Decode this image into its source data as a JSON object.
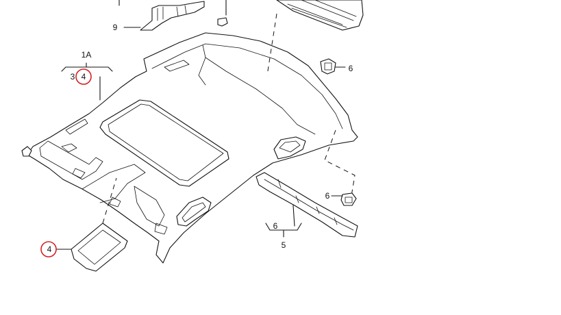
{
  "labels": {
    "part_9": "9",
    "part_1a": "1A",
    "part_3": "3",
    "part_4_upper": "4",
    "part_4_lower": "4",
    "part_6_top_right": "6",
    "part_6_mid_right": "6",
    "part_6_bottom": "6",
    "part_5": "5"
  },
  "colors": {
    "line": "#111111",
    "highlight_circle": "#d42020",
    "background": "#ffffff"
  }
}
